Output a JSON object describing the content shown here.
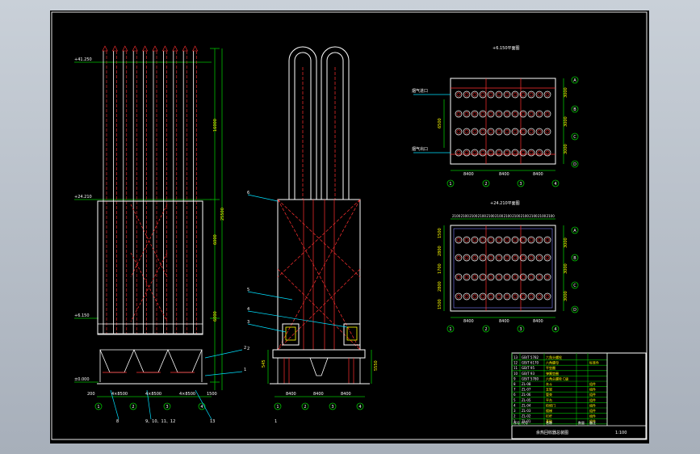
{
  "drawing": {
    "left_elevation": {
      "level_top": "+41.250",
      "level_mid": "+24.210",
      "level_lower": "+6.150",
      "level_ground": "±0.000",
      "dim_top": "16000",
      "dim_total": "25500",
      "dim_mid": "6000",
      "dim_lower": "6000",
      "bay_dims": [
        "200",
        "4×8500",
        "4×8500",
        "4×8500",
        "1500"
      ],
      "axis_labels": [
        "1",
        "2",
        "3",
        "4"
      ],
      "callouts": [
        "2",
        "1",
        "8",
        "9、10、11、12",
        "13"
      ]
    },
    "side_elevation": {
      "callouts": [
        "6",
        "5",
        "4",
        "3",
        "2",
        "1"
      ],
      "dim_left": "545",
      "dim_right": "5550",
      "bay_dims": [
        "8400",
        "8400",
        "8400"
      ],
      "axis_labels": [
        "1",
        "2",
        "3",
        "4"
      ]
    },
    "plan_upper": {
      "title": "+6.150平面图",
      "inlet_label": "烟气进口",
      "outlet_label": "烟气出口",
      "dims_right": [
        "3000",
        "3000",
        "3000"
      ],
      "dim_left": "6500",
      "bay_dims": [
        "8400",
        "8400",
        "8400"
      ],
      "axis_letters": [
        "A",
        "B",
        "C",
        "D"
      ],
      "axis_numbers": [
        "1",
        "2",
        "3",
        "4"
      ]
    },
    "plan_lower": {
      "title": "+24.210平面图",
      "top_dims": [
        "2100",
        "2100",
        "2100",
        "2100",
        "2100",
        "2100",
        "2100",
        "2100",
        "2100",
        "2100",
        "2100",
        "2100"
      ],
      "dims_left": [
        "1500",
        "2800",
        "1700",
        "2800",
        "1500"
      ],
      "dims_right": [
        "3000",
        "3000",
        "3000"
      ],
      "bay_dims": [
        "8400",
        "8400",
        "8400"
      ],
      "axis_letters": [
        "A",
        "B",
        "C",
        "D"
      ],
      "axis_numbers": [
        "1",
        "2",
        "3",
        "4"
      ]
    },
    "title_block": {
      "rows": [
        [
          "13",
          "GB/T 5782",
          "六角头螺栓",
          "",
          ""
        ],
        [
          "12",
          "GB/T 6170",
          "六角螺母",
          "",
          "标准件"
        ],
        [
          "11",
          "GB/T 95",
          "平垫圈",
          "",
          ""
        ],
        [
          "10",
          "GB/T 93",
          "弹簧垫圈",
          "",
          ""
        ],
        [
          "9",
          "GB/T 5780",
          "六角头螺栓 C级",
          "",
          ""
        ],
        [
          "8",
          "ZL-08",
          "灰斗",
          "",
          "组件"
        ],
        [
          "7",
          "ZL-07",
          "支架",
          "",
          "组件"
        ],
        [
          "6",
          "ZL-06",
          "管束",
          "",
          "组件"
        ],
        [
          "5",
          "ZL-05",
          "平台",
          "",
          "组件"
        ],
        [
          "4",
          "ZL-04",
          "检修门",
          "",
          "组件"
        ],
        [
          "3",
          "ZL-03",
          "楼梯",
          "",
          "组件"
        ],
        [
          "2",
          "ZL-02",
          "栏杆",
          "",
          "组件"
        ],
        [
          "1",
          "ZL-01",
          "基础",
          "",
          "组件"
        ]
      ],
      "header": [
        "序号",
        "代号",
        "名称",
        "数量",
        "备注"
      ],
      "sheet_title": "余热回收器总装图",
      "scale": "1:100"
    }
  }
}
